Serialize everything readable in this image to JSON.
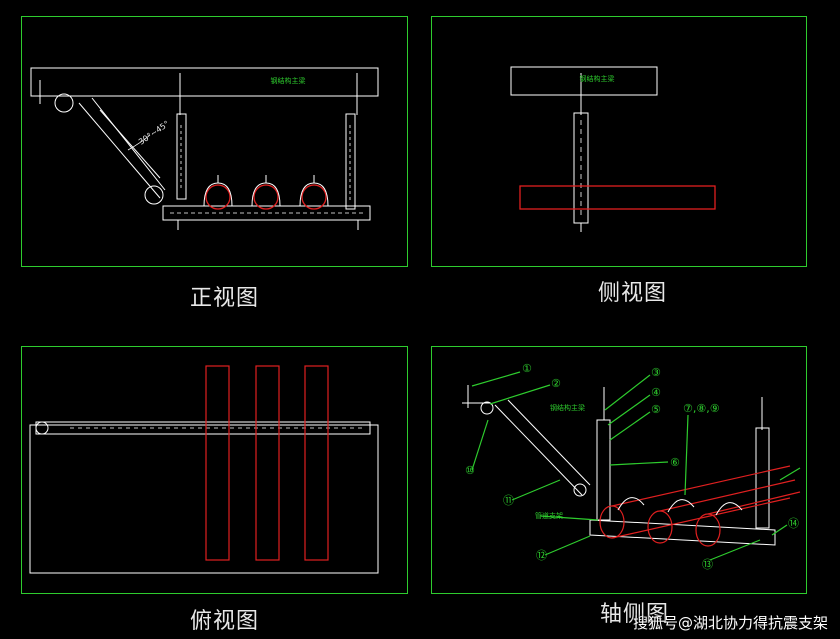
{
  "views": {
    "front": {
      "caption": "正视图",
      "beam_label": "钢结构主梁"
    },
    "side": {
      "caption": "侧视图",
      "beam_label": "钢结构主梁"
    },
    "top": {
      "caption": "俯视图"
    },
    "iso": {
      "caption": "轴侧图",
      "beam_label": "钢结构主梁",
      "pipe_label": "管道支架",
      "callouts": [
        "①",
        "②",
        "③",
        "④",
        "⑤",
        "⑥",
        "⑦,⑧,⑨",
        "⑩",
        "⑪",
        "⑫",
        "⑬",
        "⑭"
      ]
    }
  },
  "angle_label": "30°~45°",
  "colors": {
    "frame": "#2ecc2e",
    "outline": "#ffffff",
    "pipe": "#e02020",
    "label": "#2ecc2e"
  },
  "watermark": "搜狐号@湖北协力得抗震支架"
}
